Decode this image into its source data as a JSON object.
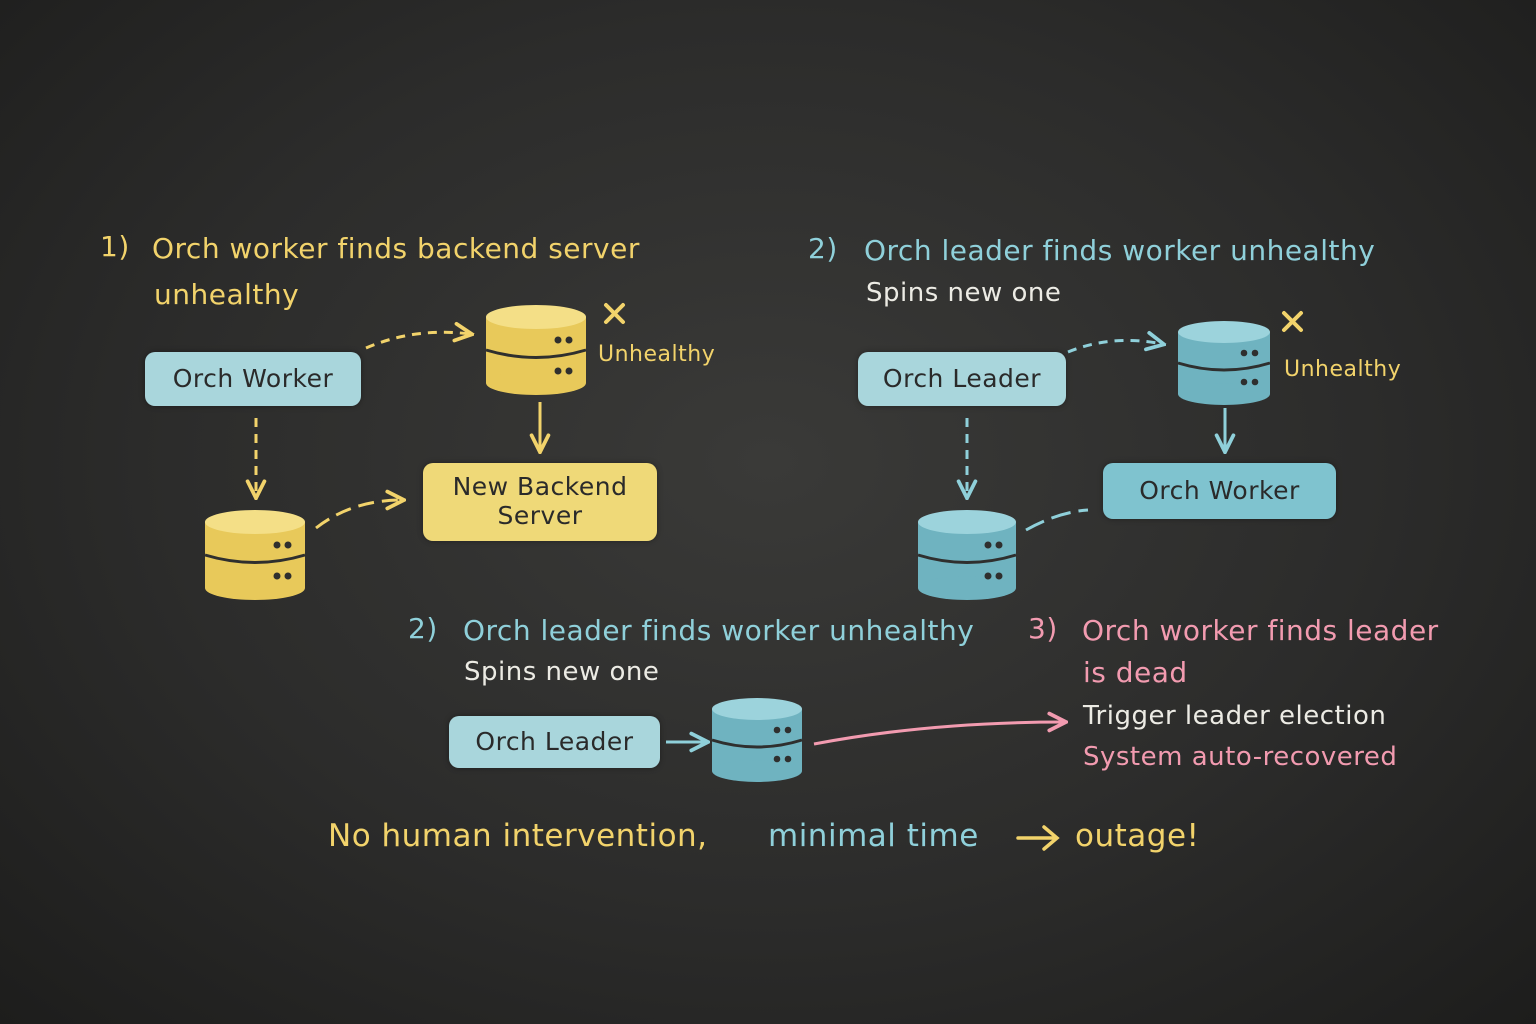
{
  "colors": {
    "yellow": "#f2d36b",
    "blue": "#8fd0da",
    "pink": "#f29bb0",
    "white": "#ecebe4",
    "background": "#2f2f2e"
  },
  "section1": {
    "number": "1)",
    "title_line1": "Orch worker finds backend server",
    "title_line2": "unhealthy",
    "worker_label": "Orch Worker",
    "unhealthy_label": "Unhealthy",
    "x_mark": "×",
    "new_backend_line1": "New Backend",
    "new_backend_line2": "Server"
  },
  "section2": {
    "number": "2)",
    "title": "Orch leader finds worker unhealthy",
    "subtitle": "Spins new one",
    "leader_label": "Orch Leader",
    "unhealthy_label": "Unhealthy",
    "x_mark": "×",
    "worker_label": "Orch Worker"
  },
  "section2b": {
    "number": "2)",
    "title": "Orch leader finds worker unhealthy",
    "subtitle": "Spins new one",
    "leader_label": "Orch Leader"
  },
  "section3": {
    "number": "3)",
    "title_line1": "Orch worker finds leader",
    "title_line2": "is dead",
    "action": "Trigger leader election",
    "result": "System auto-recovered"
  },
  "footer": {
    "part1": "No human intervention,",
    "part2": "minimal time",
    "arrow": "→",
    "part3": "outage!"
  },
  "icons": [
    "database-icon",
    "arrow-icon",
    "x-mark-icon"
  ]
}
